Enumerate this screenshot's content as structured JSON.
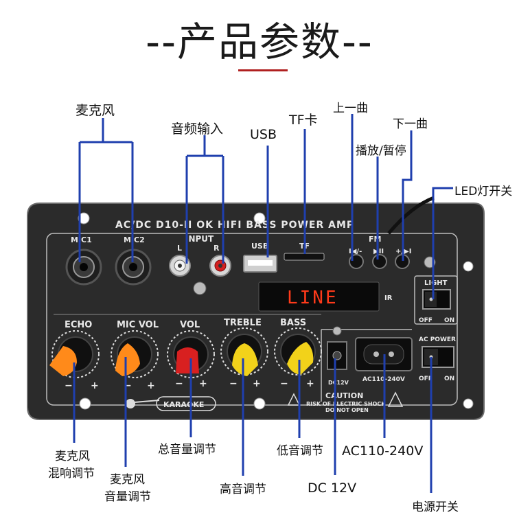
{
  "title": "--产品参数--",
  "colors": {
    "line": "#1f3fae",
    "panel": "#2a2a2a",
    "display": "#ff3a1a",
    "accent": "#b02020"
  },
  "callouts": {
    "mic": "麦克风",
    "audio_in": "音频输入",
    "usb": "USB",
    "tf": "TF卡",
    "prev": "上一曲",
    "play": "播放/暂停",
    "next": "下一曲",
    "led_switch": "LED灯开关",
    "echo_1": "麦克风",
    "echo_2": "混响调节",
    "micvol_1": "麦克风",
    "micvol_2": "音量调节",
    "vol": "总音量调节",
    "treble": "高音调节",
    "bass": "低音调节",
    "dc": "DC 12V",
    "ac": "AC110-240V",
    "power_switch": "电源开关"
  },
  "panel": {
    "header": "AC/DC  D10-II  OK  HIFI    BASS  POWER  AMP",
    "mic1": "MIC1",
    "mic2": "MIC2",
    "input": "INPUT",
    "input_l": "L",
    "input_r": "R",
    "usb": "USB",
    "tf": "TF",
    "fm": "FM",
    "prev_sym": "I◀/-",
    "play_sym": "▶II",
    "next_sym": "+/▶I",
    "display": "LINE",
    "ir": "IR",
    "light": "LIGHT",
    "off": "OFF",
    "on": "ON",
    "ac_power": "AC POWER",
    "echo": "ECHO",
    "mic_vol": "MIC VOL",
    "vol": "VOL",
    "treble": "TREBLE",
    "bass": "BASS",
    "minus": "−",
    "plus": "+",
    "karaoke": "KARAOKE",
    "dc_label": "DC12V",
    "ac_label": "AC110-240V",
    "caution": "CAUTION",
    "caution_1": "RISK OF ELECTRIC SHOCK",
    "caution_2": "DO NOT OPEN"
  }
}
